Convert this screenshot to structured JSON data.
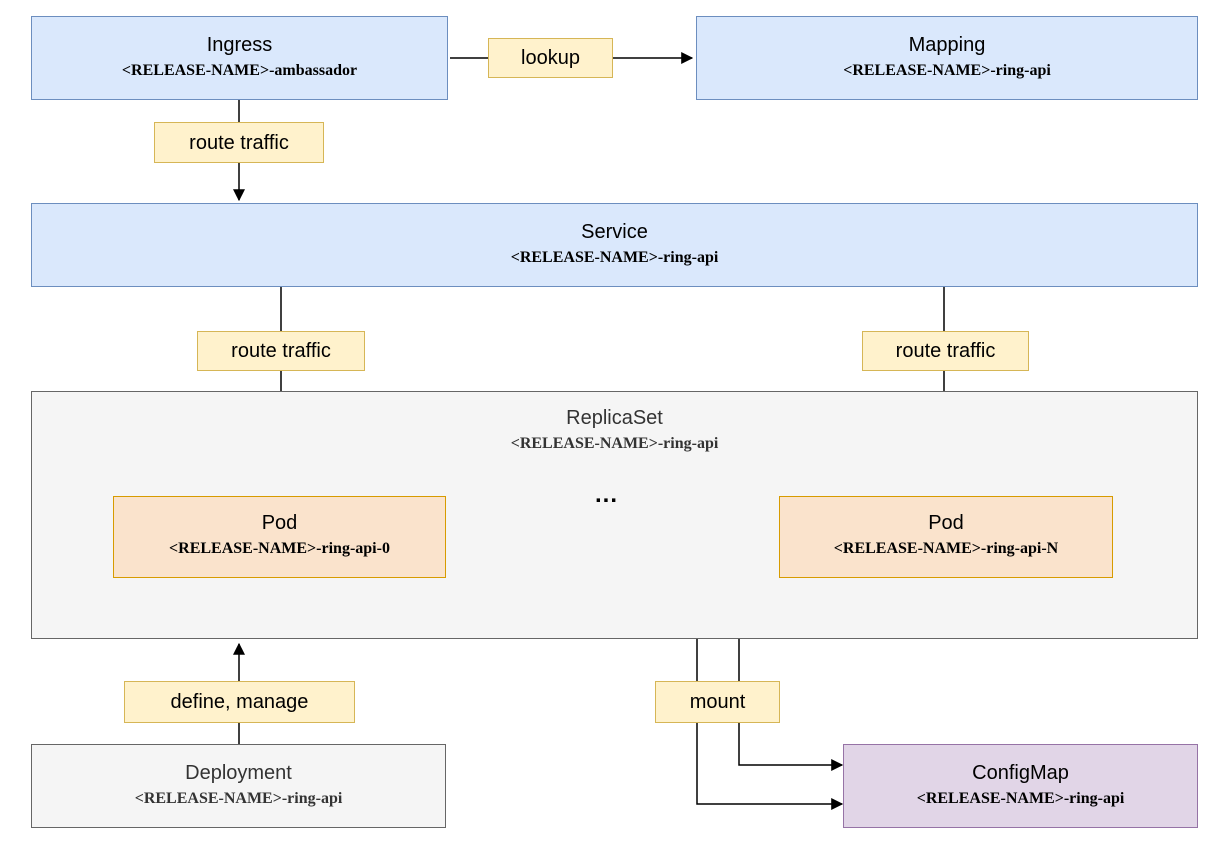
{
  "nodes": {
    "ingress": {
      "title": "Ingress",
      "subtitle": "<RELEASE-NAME>-ambassador"
    },
    "mapping": {
      "title": "Mapping",
      "subtitle": "<RELEASE-NAME>-ring-api"
    },
    "service": {
      "title": "Service",
      "subtitle": "<RELEASE-NAME>-ring-api"
    },
    "replicaset": {
      "title": "ReplicaSet",
      "subtitle": "<RELEASE-NAME>-ring-api"
    },
    "pod_0": {
      "title": "Pod",
      "subtitle": "<RELEASE-NAME>-ring-api-0"
    },
    "pod_n": {
      "title": "Pod",
      "subtitle": "<RELEASE-NAME>-ring-api-N"
    },
    "deployment": {
      "title": "Deployment",
      "subtitle": "<RELEASE-NAME>-ring-api"
    },
    "configmap": {
      "title": "ConfigMap",
      "subtitle": "<RELEASE-NAME>-ring-api"
    }
  },
  "ellipsis": "...",
  "edge_labels": {
    "lookup": "lookup",
    "ingress_to_service": "route traffic",
    "service_to_pod_0": "route traffic",
    "service_to_pod_n": "route traffic",
    "deployment_to_replicaset": "define, manage",
    "pods_to_configmap": "mount"
  },
  "colors": {
    "blue_fill": "#dae8fc",
    "blue_stroke": "#6c8ebf",
    "orange_fill": "#fae3cc",
    "orange_stroke": "#d79b00",
    "purple_fill": "#e1d5e7",
    "purple_stroke": "#9673a6",
    "gray_fill": "#f5f5f5",
    "gray_stroke": "#666666",
    "label_fill": "#fff2cc",
    "label_stroke": "#d6b656"
  }
}
